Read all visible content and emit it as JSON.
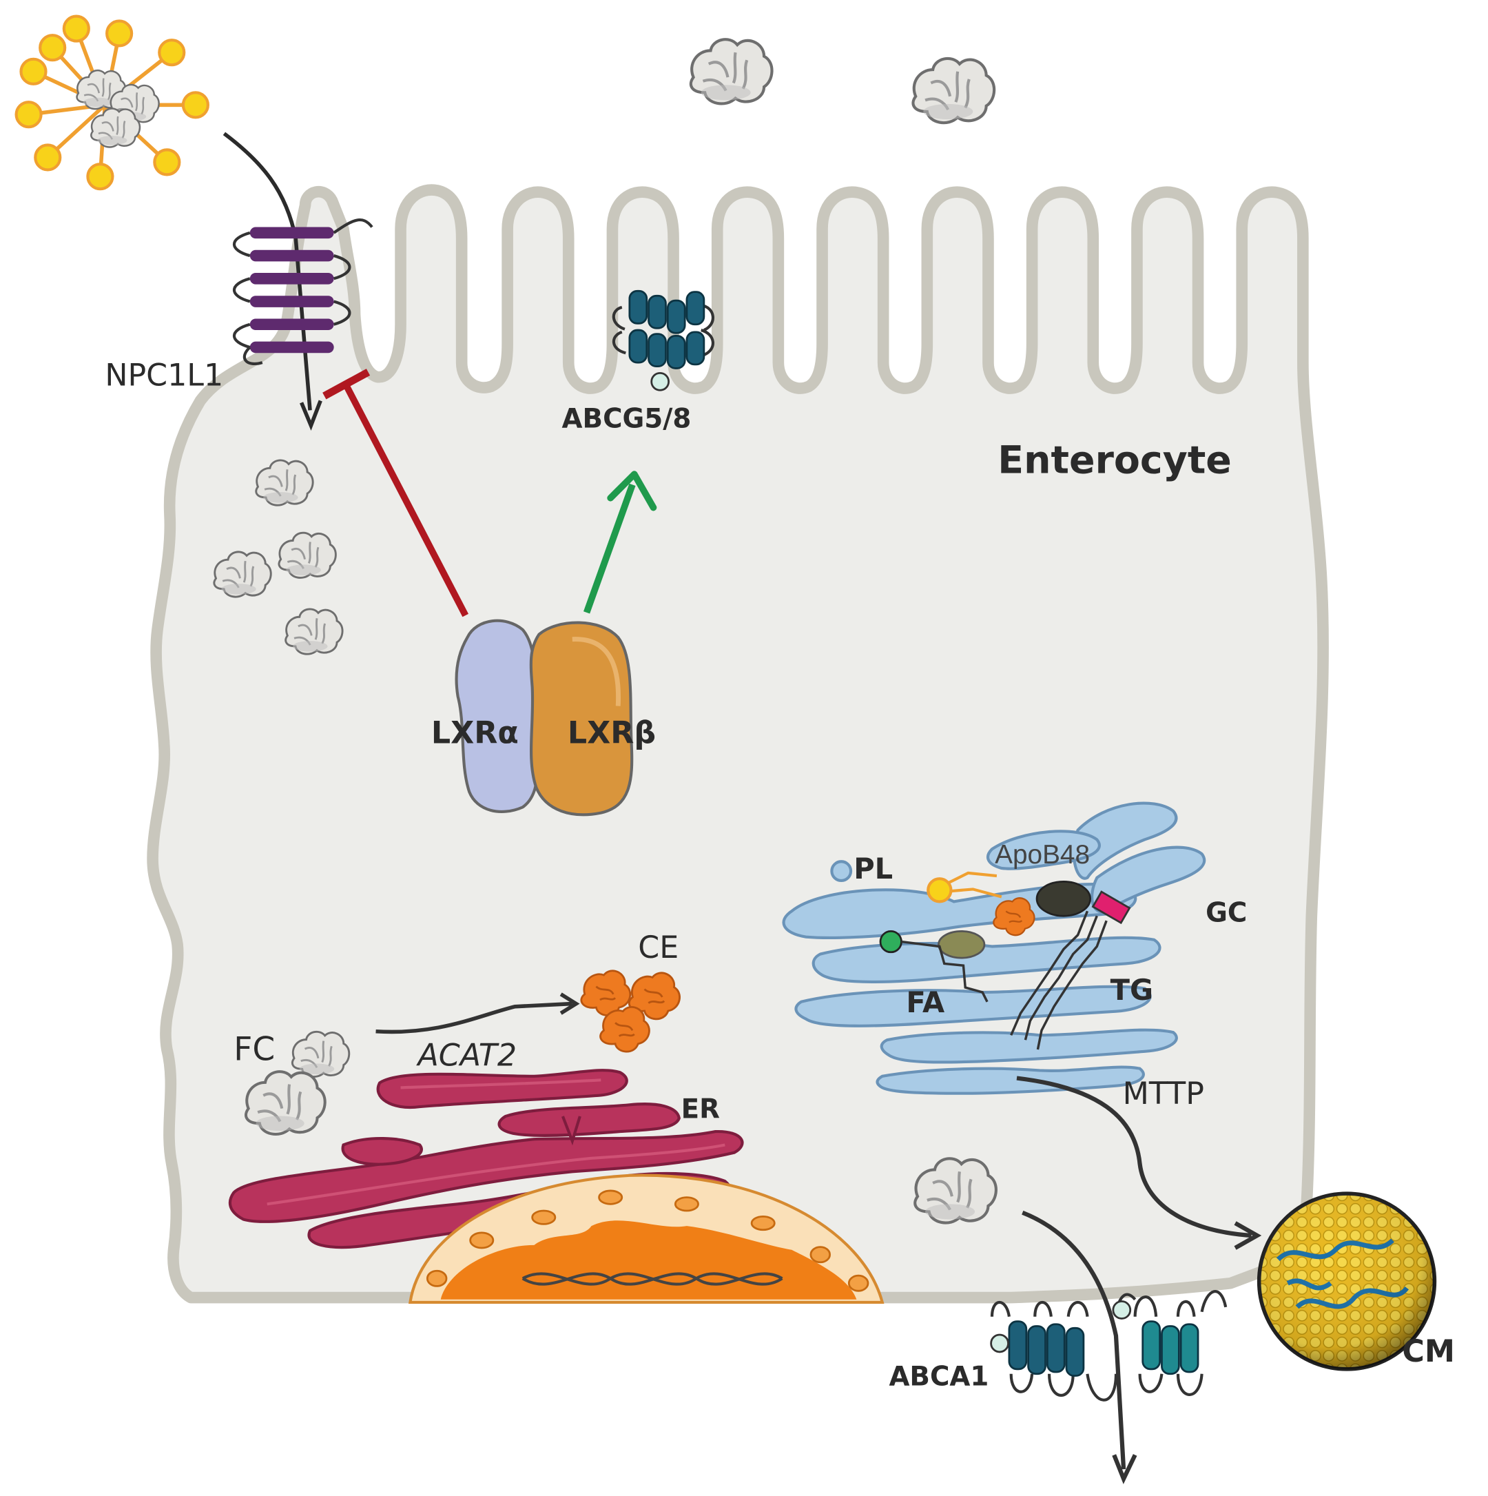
{
  "labels": {
    "npc1l1": "NPC1L1",
    "abcg58": "ABCG5/8",
    "enterocyte": "Enterocyte",
    "lxr_alpha": "LXRα",
    "lxr_beta": "LXRβ",
    "pl": "PL",
    "apob48": "ApoB48",
    "gc": "GC",
    "fa": "FA",
    "tg": "TG",
    "ce": "CE",
    "fc": "FC",
    "acat2": "ACAT2",
    "er": "ER",
    "mttp": "MTTP",
    "abca1": "ABCA1",
    "cm": "CM"
  },
  "colors": {
    "cell_fill": "#ededea",
    "membrane": "#c9c7bd",
    "npc1l1": "#5e2a6e",
    "abc_transporter": "#1d5f78",
    "inhibition_arrow": "#b01820",
    "activation_arrow": "#1f9a4c",
    "lxr_alpha": "#b9c1e4",
    "lxr_beta": "#d9953c",
    "golgi": "#a9cbe6",
    "er": "#b8335c",
    "nucleus": "#f07f16",
    "cholesterol_ester": "#ee7a20",
    "micelle_head": "#f8d21a",
    "chylomicron": "#e8b820"
  },
  "icons": [
    "micelle-icon",
    "cholesterol-icon",
    "cholesteryl-ester-icon",
    "transporter-icon",
    "nucleus-icon",
    "golgi-icon",
    "er-icon",
    "chylomicron-icon"
  ]
}
